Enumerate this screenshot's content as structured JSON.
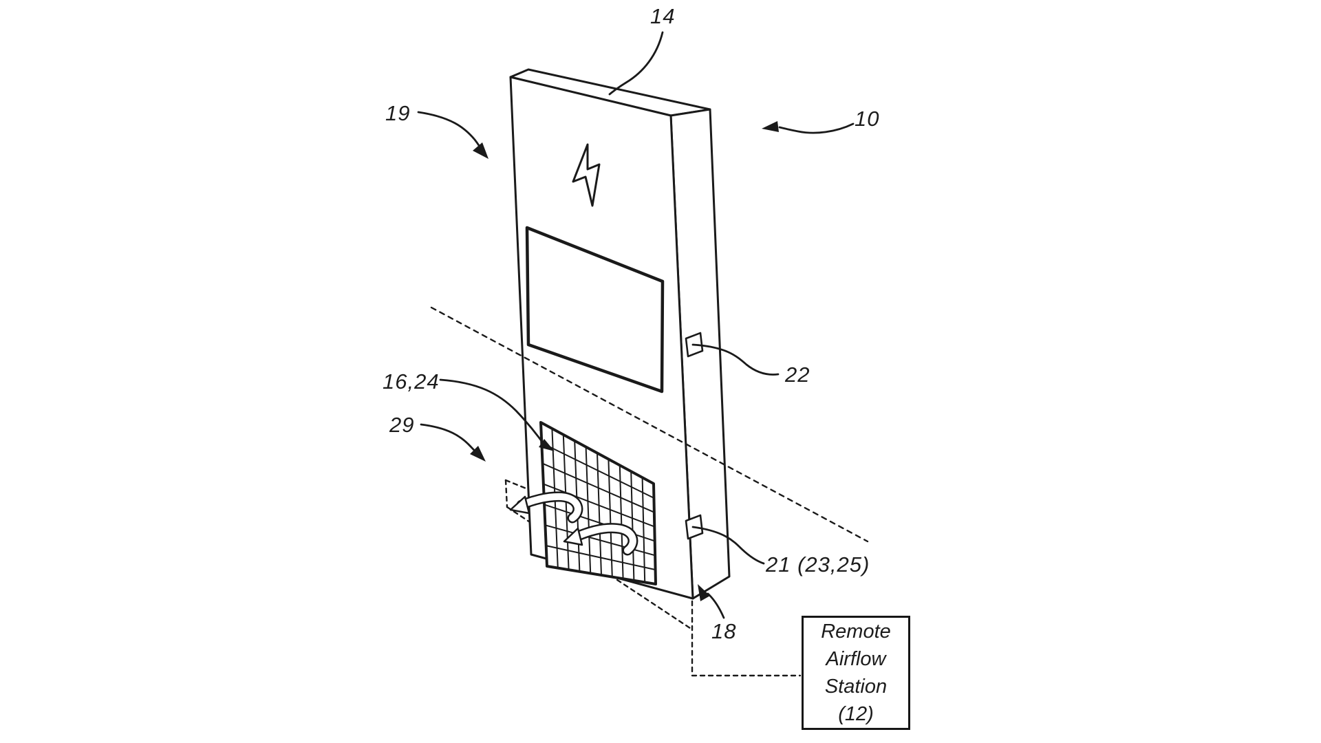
{
  "figure": {
    "labels": {
      "ref10": "10",
      "ref14": "14",
      "ref19": "19",
      "ref22": "22",
      "ref16_24": "16,24",
      "ref29": "29",
      "ref21": "21 (23,25)",
      "ref18": "18"
    },
    "remote_box": {
      "lines": [
        "Remote",
        "Airflow",
        "Station",
        "(12)"
      ]
    },
    "icons": [
      "lightning-bolt-icon",
      "vent-grille",
      "airflow-arrows"
    ],
    "colors": {
      "line": "#1a1a1a",
      "background": "#ffffff"
    }
  }
}
